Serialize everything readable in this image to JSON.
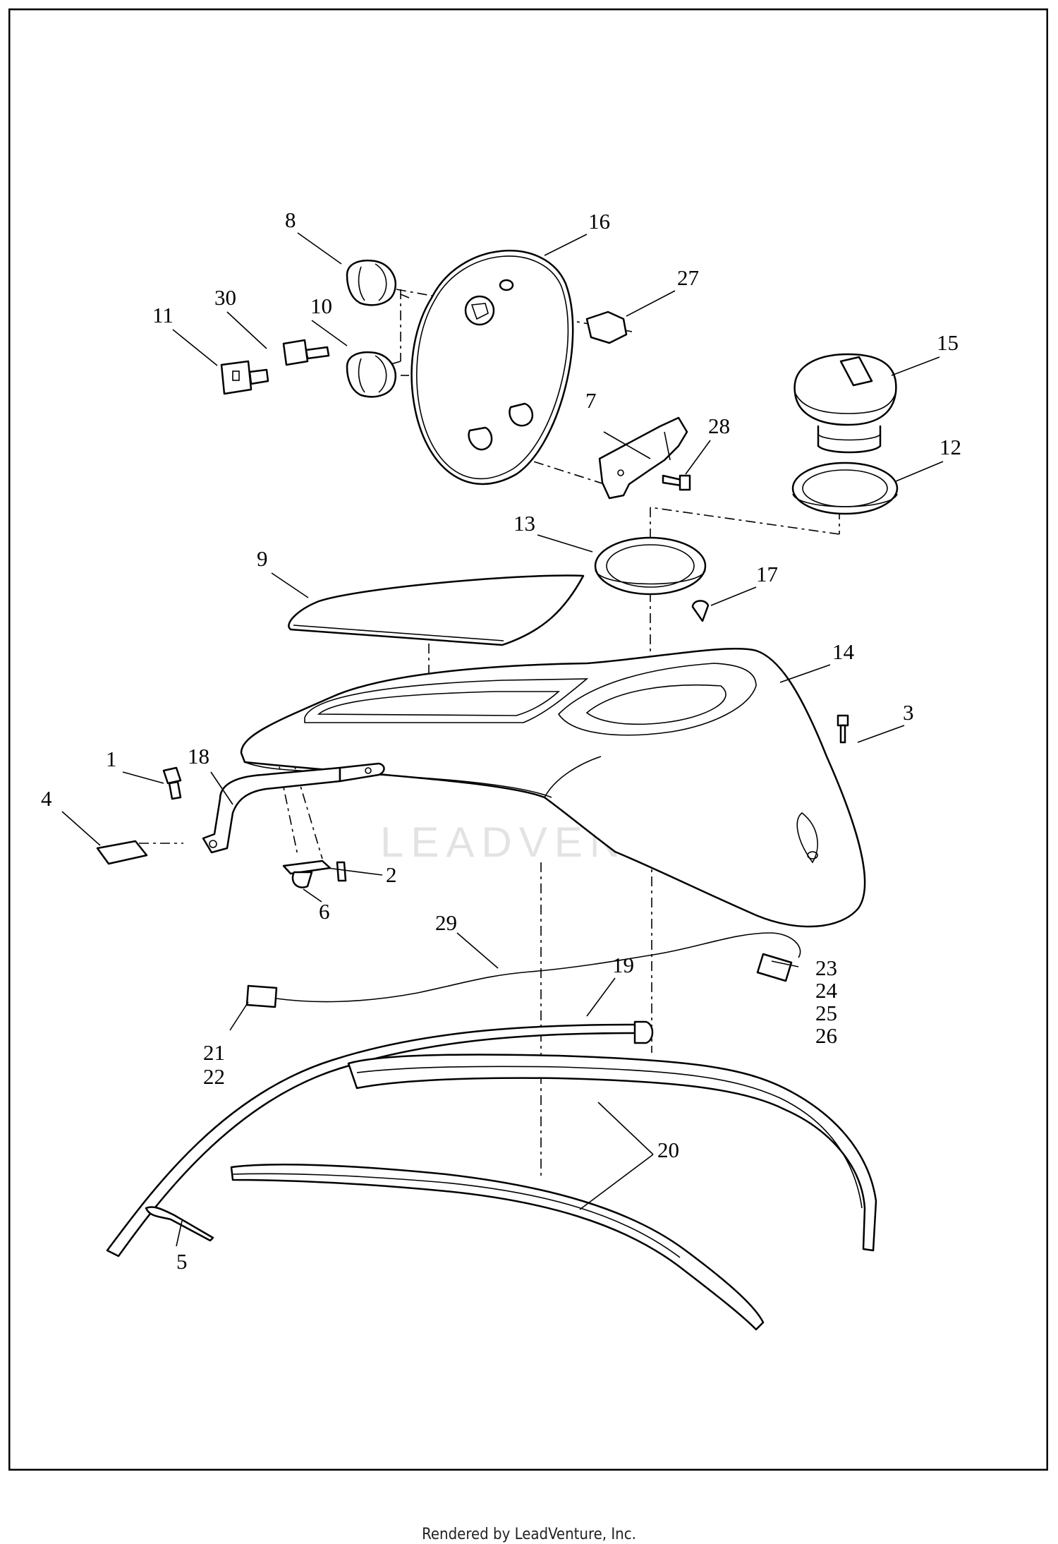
{
  "diagram": {
    "watermark": "LEADVENTURE",
    "callouts": [
      "1",
      "2",
      "3",
      "4",
      "5",
      "6",
      "7",
      "8",
      "9",
      "10",
      "11",
      "12",
      "13",
      "14",
      "15",
      "16",
      "17",
      "18",
      "19",
      "20",
      "21",
      "22",
      "23",
      "24",
      "25",
      "26",
      "27",
      "28",
      "29",
      "30"
    ]
  },
  "footer": {
    "text": "Rendered by LeadVenture, Inc."
  },
  "colors": {
    "line": "#000000",
    "background": "#ffffff",
    "watermark": "#e3e3e3"
  }
}
